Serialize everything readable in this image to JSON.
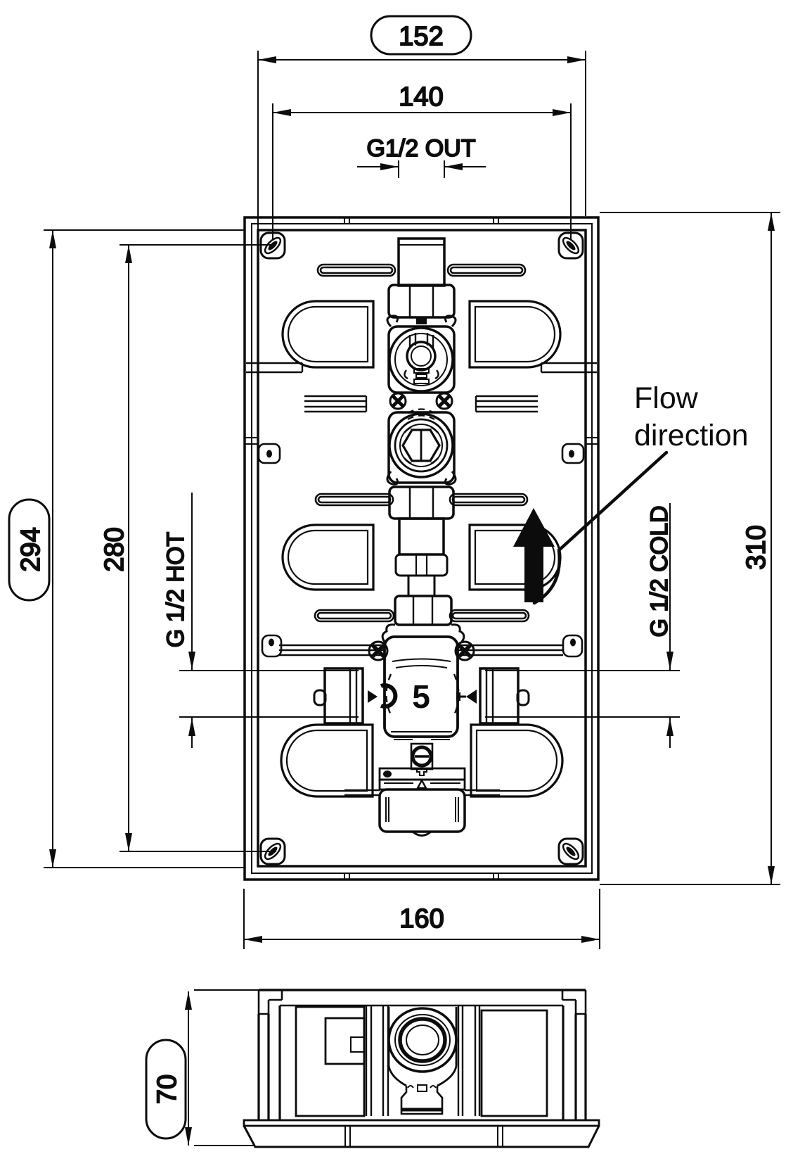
{
  "drawing": {
    "title": "Concealed thermostatic valve rough-in box - dimensional drawing",
    "units": "mm",
    "line_color": "#0c0c0c",
    "background": "#ffffff",
    "labels": {
      "dim_152": "152",
      "dim_140": "140",
      "outlet": "G1/2 OUT",
      "dim_294": "294",
      "dim_280": "280",
      "hot": "G 1/2 HOT",
      "cold": "G 1/2 COLD",
      "dim_310": "310",
      "dim_160": "160",
      "dim_70": "70",
      "flow_line1": "Flow",
      "flow_line2": "direction",
      "valve_logo": "5"
    },
    "views": {
      "front": "front view of rough-in box with thermostatic mixing valve",
      "side": "bottom/side view of rough-in box, depth 70"
    }
  }
}
